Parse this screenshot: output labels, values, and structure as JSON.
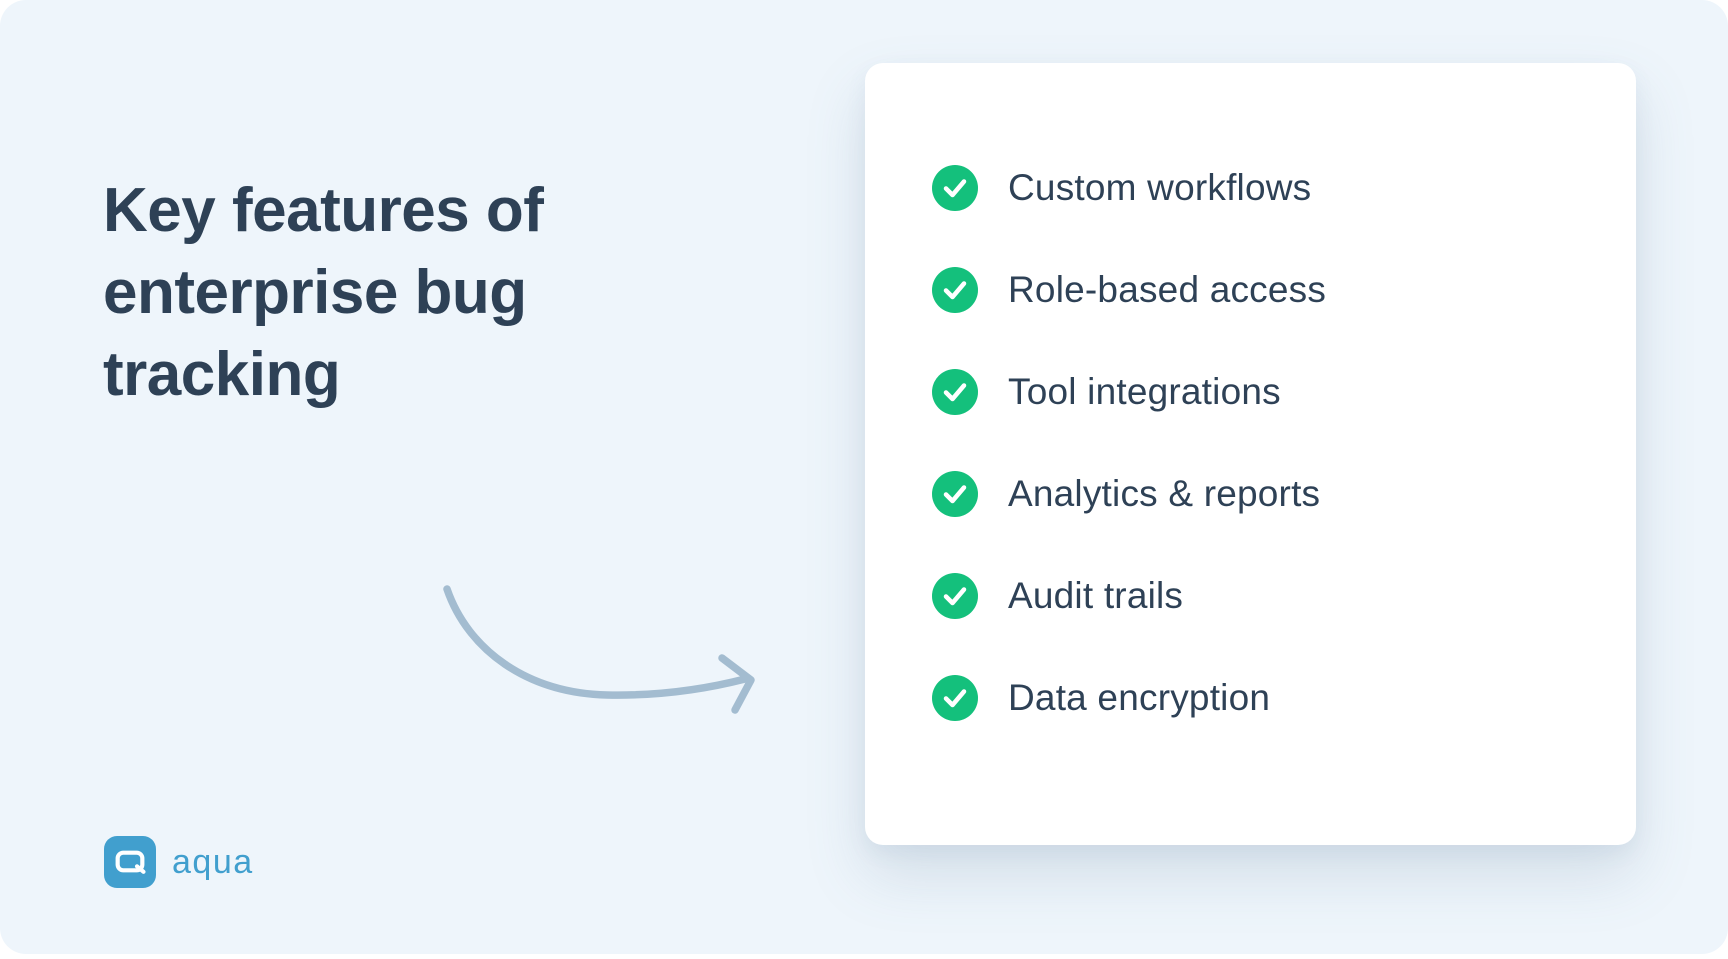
{
  "page": {
    "background_color": "#eef5fb",
    "outer_background_color": "#ffffff"
  },
  "heading": {
    "text": "Key features of enterprise bug tracking",
    "lines": [
      "Key features of",
      "enterprise bug",
      "tracking"
    ],
    "color": "#2e4156"
  },
  "arrow": {
    "description": "curved-arrow-pointing-right",
    "color": "#a3bcd0"
  },
  "features": {
    "check_icon": "check-circle",
    "check_color": "#14c07c",
    "check_mark_color": "#ffffff",
    "text_color": "#2e4156",
    "items": [
      {
        "label": "Custom workflows"
      },
      {
        "label": "Role-based access"
      },
      {
        "label": "Tool integrations"
      },
      {
        "label": "Analytics & reports"
      },
      {
        "label": "Audit trails"
      },
      {
        "label": "Data encryption"
      }
    ]
  },
  "logo": {
    "brand": "aqua",
    "color": "#419fce"
  }
}
